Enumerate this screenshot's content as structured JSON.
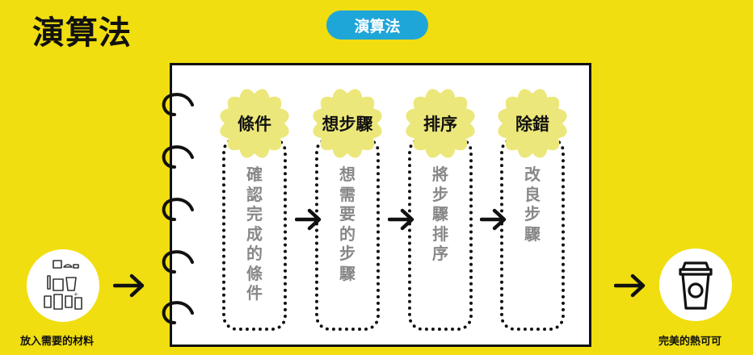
{
  "header": {
    "title": "演算法",
    "pill": "演算法"
  },
  "steps": [
    {
      "title": "條件",
      "desc": "確認完成的條件"
    },
    {
      "title": "想步驟",
      "desc": "想需要的步驟"
    },
    {
      "title": "排序",
      "desc": "將步驟排序"
    },
    {
      "title": "除錯",
      "desc": "改良步驟"
    }
  ],
  "input": {
    "caption": "放入需要的材料",
    "icon": "ingredients-icon"
  },
  "output": {
    "caption": "完美的熱可可",
    "icon": "coffee-cup-icon"
  },
  "colors": {
    "background": "#f0de10",
    "pill": "#1fa6d8",
    "badge": "#ece77a",
    "desc_text": "#888888"
  }
}
